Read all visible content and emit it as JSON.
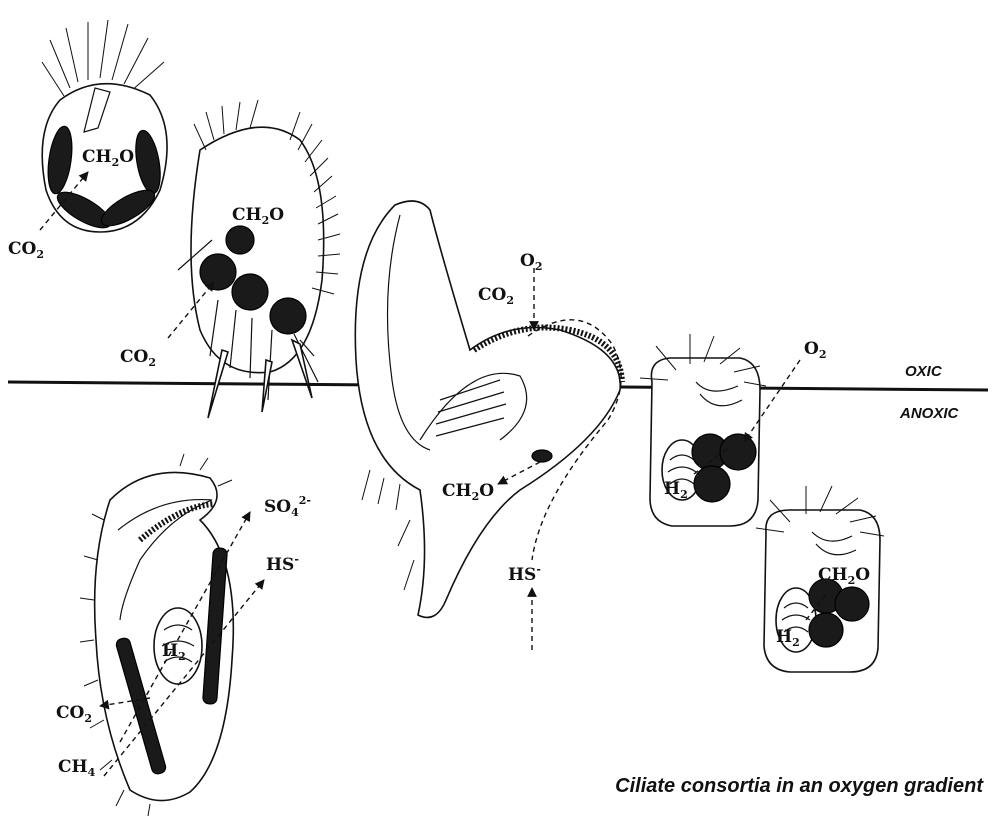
{
  "zones": {
    "oxic": "OXIC",
    "anoxic": "ANOXIC"
  },
  "caption": "Ciliate consortia in an oxygen gradient",
  "labels": {
    "co2": "CO",
    "co2_sub": "2",
    "ch2o_a": "CH",
    "ch2o_sub": "2",
    "ch2o_b": "O",
    "o2": "O",
    "o2_sub": "2",
    "h2": "H",
    "h2_sub": "2",
    "ch4": "CH",
    "ch4_sub": "4",
    "so4": "SO",
    "so4_sub": "4",
    "so4_sup": "2-",
    "hs": "HS",
    "hs_sup": "-"
  },
  "colors": {
    "ink": "#111111",
    "symbiont": "#1a1a1a",
    "paper": "#ffffff"
  }
}
